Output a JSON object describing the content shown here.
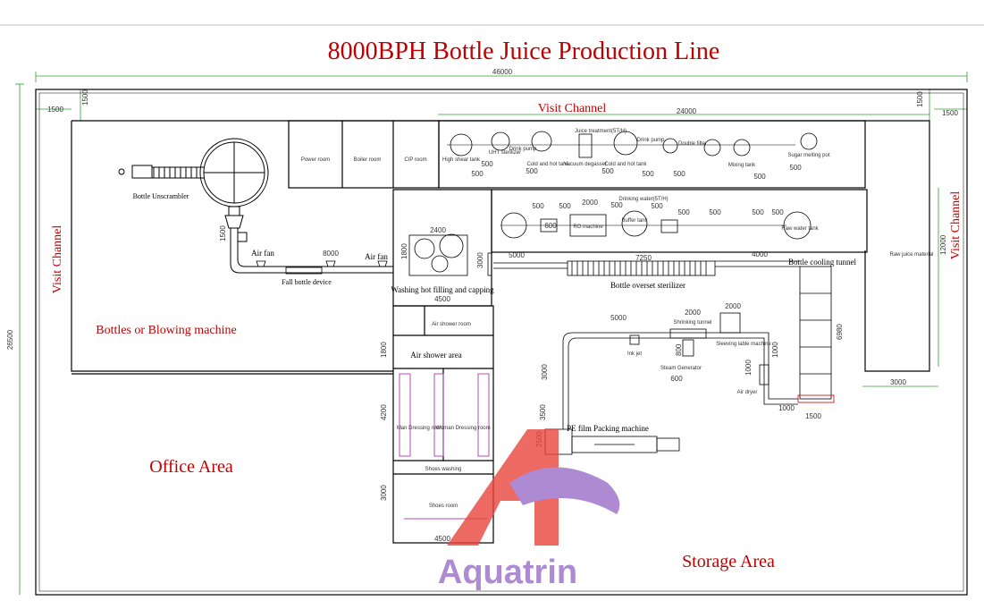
{
  "title": "8000BPH Bottle Juice Production Line",
  "dims": {
    "overall_width": "46000",
    "overall_height": "26500",
    "left_margin": "1500",
    "top_margin": "1500",
    "right_margin": "1500",
    "top_right_margin": "1500",
    "visit_channel_length": "24000",
    "left_pipe": "1500",
    "mid_conveyor": "8000",
    "filler_width": "2400",
    "filler_height1": "1800",
    "filler_height2": "3000",
    "conveyor_5000": "5000",
    "sterilizer_len": "7250",
    "cooling_4000": "4000",
    "changing_4500_top": "4500",
    "changing_4500_bottom": "4500",
    "air_shower_1800": "1800",
    "dressing_4200": "4200",
    "shoes_3000": "3000",
    "pack_5000": "5000",
    "shrink_2000a": "2000",
    "shrink_2000b": "2000",
    "pack_3000": "3000",
    "pack_3500": "3500",
    "pack_2500": "2500",
    "steam_600": "600",
    "steam_800": "800",
    "dryer_1000": "1000",
    "dryer_1000b": "1000",
    "bottom_1000": "1000",
    "bottom_1500": "1500",
    "cooling_6980": "6980",
    "raw_12000": "12000",
    "right_3000": "3000",
    "tank_500_a": "500",
    "tank_500_b": "500",
    "tank_500_c": "500",
    "tank_500_d": "500",
    "tank_500_e": "500",
    "tank_500_f": "500",
    "tank_500_g": "500",
    "tank_500_h": "500",
    "treat_500_a": "500",
    "treat_500_b": "500",
    "treat_2000": "2000",
    "treat_600": "600",
    "treat_500_c": "500",
    "treat_500_d": "500",
    "treat_500_e": "500",
    "treat_500_f": "500",
    "treat_500_g": "500",
    "treat_500_h": "500"
  },
  "labels": {
    "visit_channel_top": "Visit   Channel",
    "visit_channel_left": "Visit   Channel",
    "visit_channel_right": "Visit   Channel",
    "power_room": "Power room",
    "boiler_room": "Boiler room",
    "cip_room": "CIP room",
    "bottle_unscrambler": "Bottle Unscrambler",
    "air_fan_1": "Air fan",
    "air_fan_2": "Air fan",
    "fall_bottle": "Fall bottle device",
    "washing_filling": "Washing hot filling and capping",
    "bottle_sterilizer": "Bottle overset sterilizer",
    "bottle_cooling": "Bottle cooling tunnel",
    "raw_juice": "Raw juice material",
    "bottles_blowing": "Bottles or Blowing machine",
    "office_area": "Office Area",
    "storage_area": "Storage Area",
    "air_shower_area": "Air shower area",
    "air_shower_room": "Air shower room",
    "man_dressing": "Man Dressing room",
    "woman_dressing": "Woman Dressing room",
    "shoes_washing": "Shoes washing",
    "shoes_room": "Shoes room",
    "pe_film": "PE film Packing machine",
    "shrinking_tunnel": "Shrinking tunnel",
    "sleeving_machine": "Sleeving lable machine",
    "steam_generator": "Steam Generator",
    "ink_jet": "Ink jet",
    "air_dryer": "Air dryer",
    "high_shear_tank": "High shear tank",
    "uht_sterilizer": "UHT sterilizer",
    "drink_pump": "Drink pump",
    "cold_hot_tank": "Cold and hot tank",
    "vacuum_degasser": "Vacuum degasser",
    "cold_hot_tank2": "Cold and hot tank",
    "drink_pump2": "Drink pump",
    "double_filter": "Double filter",
    "mixing_tank": "Mixing tank",
    "sugar_melting": "Sugar melting pot",
    "juice_header": "Juice treatment(5T/H)",
    "water_header": "Drinking water(5T/H)",
    "ro_machine": "RO machine",
    "buffer_tank": "Buffer tank",
    "raw_water_tank": "Raw water tank",
    "watermark": "Aquatrin"
  },
  "colors": {
    "title": "#c00000",
    "lines": "#000000",
    "dims": "#2ca02c",
    "logo_red": "#e8463b",
    "logo_purple": "#9a6ec8",
    "magenta": "#b04fb0"
  }
}
